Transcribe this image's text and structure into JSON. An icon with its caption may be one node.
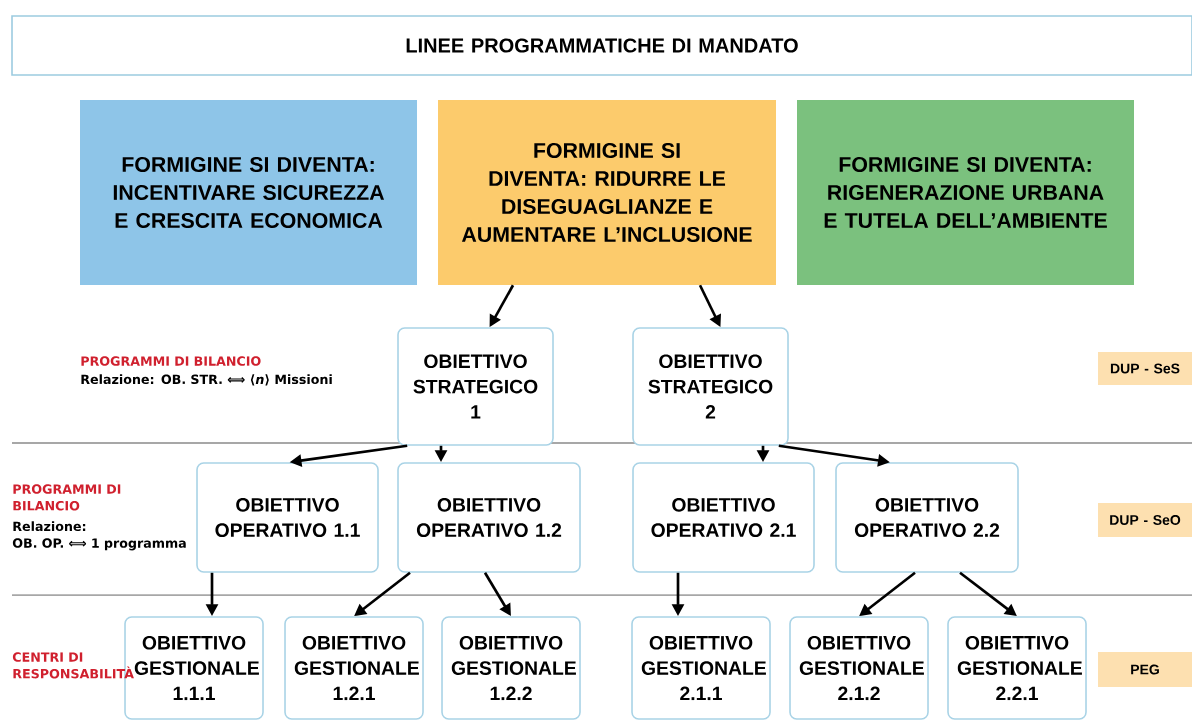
{
  "diagram": {
    "nodes": [
      {
        "text": [
          "LINEE PROGRAMMATICHE DI MANDATO"
        ]
      },
      {
        "text": [
          "FORMIGINE SI DIVENTA: INCENTIVARE SICUREZZA E CRESCITA ECONOMICA"
        ]
      },
      {
        "text": [
          "FORMIGINE SI DIVENTA: RIDURRE LE DISEGUAGLIANZE E AUMENTARE L’INCLUSIONE"
        ]
      },
      {
        "text": [
          "FORMIGINE SI DIVENTA: RIGENERAZIONE URBANA E TUTELA DELL’AMBIENTE"
        ]
      },
      {
        "text": [
          "OBIETTIVO STRATEGICO 1"
        ]
      },
      {
        "text": [
          "OBIETTIVO STRATEGICO 2"
        ]
      },
      {
        "text": [
          "OBIETTIVO OPERATIVO 1.1"
        ]
      },
      {
        "text": [
          "OBIETTIVO OPERATIVO 1.2"
        ]
      },
      {
        "text": [
          "OBIETTIVO OPERATIVO 2.1"
        ]
      },
      {
        "text": [
          "OBIETTIVO OPERATIVO 2.2"
        ]
      },
      {
        "text": [
          "OBIETTIVO GESTIONALE 1.1.1"
        ]
      },
      {
        "text": [
          "OBIETTIVO GESTIONALE 1.2.1"
        ]
      },
      {
        "text": [
          "OBIETTIVO GESTIONALE 1.2.2"
        ]
      },
      {
        "text": [
          "OBIETTIVO GESTIONALE 2.1.1"
        ]
      },
      {
        "text": [
          "OBIETTIVO GESTIONALE 2.1.2"
        ]
      },
      {
        "text": [
          "OBIETTIVO GESTIONALE 2.2.1"
        ]
      },
      {
        "text": [
          "DUP - SeS"
        ]
      },
      {
        "text": [
          "DUP - SeO"
        ]
      },
      {
        "text": [
          "PEG"
        ]
      }
    ],
    "edges": [
      {
        "from": 2,
        "to": 4,
        "arrow": "to"
      },
      {
        "from": 2,
        "to": 5,
        "arrow": "to"
      },
      {
        "from": 4,
        "to": 6,
        "arrow": "to"
      },
      {
        "from": 4,
        "to": 7,
        "arrow": "to"
      },
      {
        "from": 5,
        "to": 8,
        "arrow": "to"
      },
      {
        "from": 5,
        "to": 9,
        "arrow": "to"
      },
      {
        "from": 6,
        "to": 10,
        "arrow": "to"
      },
      {
        "from": 7,
        "to": 11,
        "arrow": "to"
      },
      {
        "from": 7,
        "to": 12,
        "arrow": "to"
      },
      {
        "from": 8,
        "to": 13,
        "arrow": "to"
      },
      {
        "from": 9,
        "to": 14,
        "arrow": "to"
      },
      {
        "from": 9,
        "to": 15,
        "arrow": "to"
      }
    ],
    "labels": [
      "PROGRAMMI DI BILANCIO",
      "Relazione: OB. STR. ⟺ ⟨*n*⟩ Missioni",
      "PROGRAMMI DI BILANCIO",
      "Relazione:",
      "OB. OP. ⟺ 1 programma",
      "CENTRI DI RESPONSABILITÀ"
    ]
  }
}
